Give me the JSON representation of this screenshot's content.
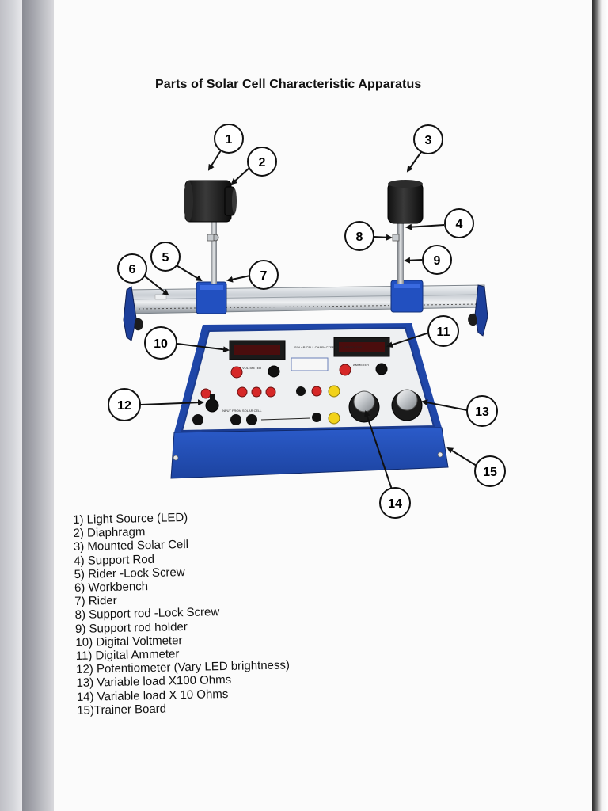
{
  "title": "Parts of Solar Cell Characteristic Apparatus",
  "panel": {
    "center_label": "SOLAR CELL CHARACTERISTIC APPARATUS",
    "voltmeter_label": "VOLTMETER",
    "ammeter_label": "AMMETER",
    "input_label": "INPUT FROM SOLAR CELL"
  },
  "callouts": [
    {
      "num": "1",
      "part": "light-source"
    },
    {
      "num": "2",
      "part": "diaphragm"
    },
    {
      "num": "3",
      "part": "mounted-solar-cell"
    },
    {
      "num": "4",
      "part": "support-rod"
    },
    {
      "num": "5",
      "part": "rider-lock-screw"
    },
    {
      "num": "6",
      "part": "workbench"
    },
    {
      "num": "7",
      "part": "rider"
    },
    {
      "num": "8",
      "part": "support-rod-lock-screw"
    },
    {
      "num": "9",
      "part": "support-rod-holder"
    },
    {
      "num": "10",
      "part": "digital-voltmeter"
    },
    {
      "num": "11",
      "part": "digital-ammeter"
    },
    {
      "num": "12",
      "part": "potentiometer"
    },
    {
      "num": "13",
      "part": "variable-load-x100"
    },
    {
      "num": "14",
      "part": "variable-load-x10"
    },
    {
      "num": "15",
      "part": "trainer-board"
    }
  ],
  "legend": [
    "1) Light Source (LED)",
    "2) Diaphragm",
    "3) Mounted Solar Cell",
    "4) Support Rod",
    "5) Rider -Lock Screw",
    "6) Workbench",
    "7) Rider",
    "8) Support rod -Lock Screw",
    "9) Support rod holder",
    "10) Digital Voltmeter",
    "11) Digital Ammeter",
    "12) Potentiometer (Vary LED brightness)",
    "13) Variable load X100 Ohms",
    "14) Variable load X 10 Ohms",
    "15)Trainer Board"
  ]
}
